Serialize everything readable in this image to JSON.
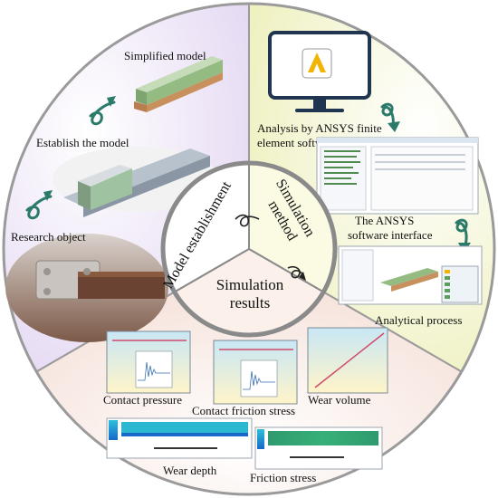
{
  "hub": {
    "model_establishment": "Model establishment",
    "simulation_method_line1": "Simulation",
    "simulation_method_line2": "method",
    "simulation_results_line1": "Simulation",
    "simulation_results_line2": "results"
  },
  "model_section": {
    "simplified_model": "Simplified model",
    "establish_model": "Establish the model",
    "research_object": "Research object"
  },
  "method_section": {
    "analysis_line1": "Analysis by ANSYS finite",
    "analysis_line2": "element software",
    "interface_line1": "The ANSYS",
    "interface_line2": "software interface",
    "analytical_process": "Analytical process"
  },
  "results_section": {
    "contact_pressure": "Contact pressure",
    "contact_friction_stress": "Contact friction stress",
    "wear_volume": "Wear volume",
    "wear_depth": "Wear depth",
    "friction_stress": "Friction stress"
  },
  "colors": {
    "model_bg": "#e9dff4",
    "method_bg": "#f2f3c8",
    "results_bg": "#f6e6e0",
    "accent_arrow": "#2b7a6a",
    "rail_green": "#8fb584",
    "rail_brown": "#b87d4e"
  }
}
